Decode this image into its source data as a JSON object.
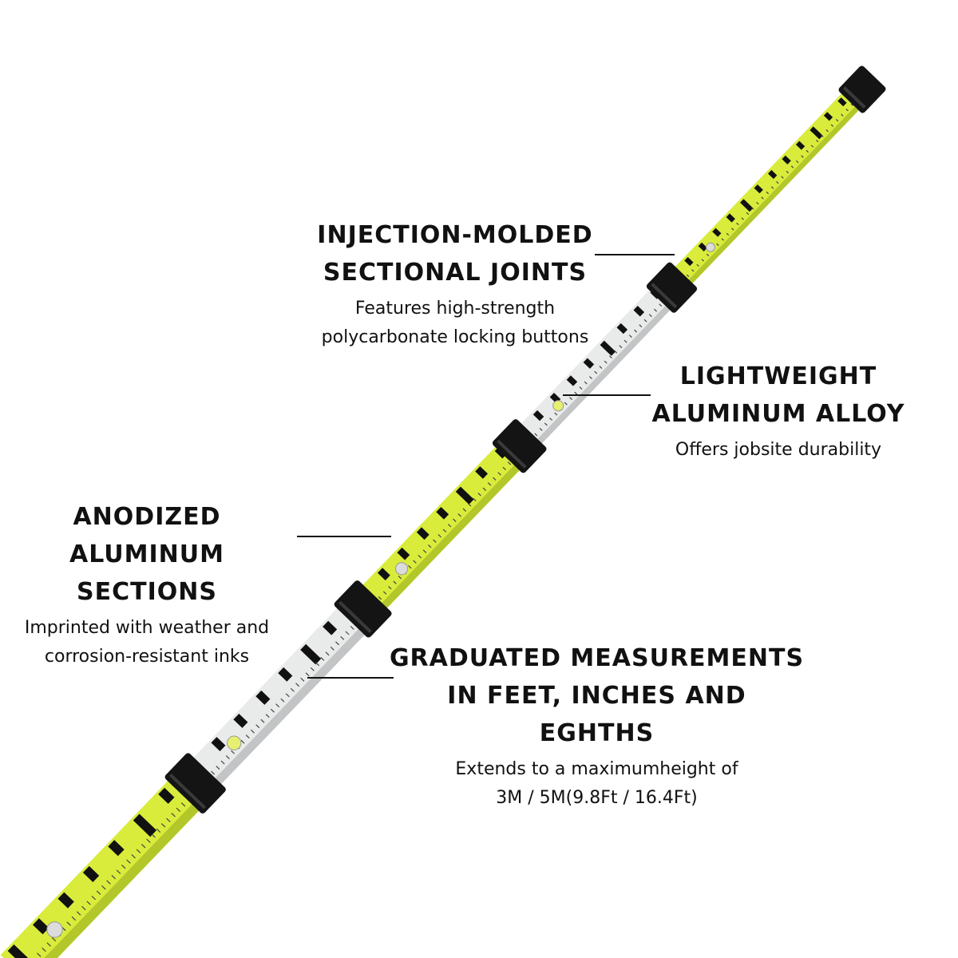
{
  "product": {
    "sections": [
      "yellow",
      "silver",
      "yellow",
      "silver",
      "yellow"
    ],
    "colors": {
      "yellow": "#d9ec3c",
      "yellow_dark": "#b3c72a",
      "silver": "#e9eaea",
      "silver_dark": "#c2c4c5",
      "graduation": "#111111",
      "joint": "#141414"
    }
  },
  "callouts": {
    "joints": {
      "title_line1": "INJECTION-MOLDED",
      "title_line2": "SECTIONAL JOINTS",
      "desc_line1": "Features high-strength",
      "desc_line2": "polycarbonate locking buttons"
    },
    "alloy": {
      "title_line1": "LIGHTWEIGHT",
      "title_line2": "ALUMINUM ALLOY",
      "desc_line1": "Offers jobsite durability"
    },
    "anodized": {
      "title_line1": "ANODIZED",
      "title_line2": "ALUMINUM SECTIONS",
      "desc_line1": "Imprinted with weather and",
      "desc_line2": "corrosion-resistant inks"
    },
    "graduated": {
      "title_line1": "GRADUATED MEASUREMENTS",
      "title_line2": "IN FEET, INCHES AND EGHTHS",
      "desc_line1": "Extends to a maximumheight of",
      "desc_line2": "3M / 5M(9.8Ft / 16.4Ft)"
    }
  }
}
